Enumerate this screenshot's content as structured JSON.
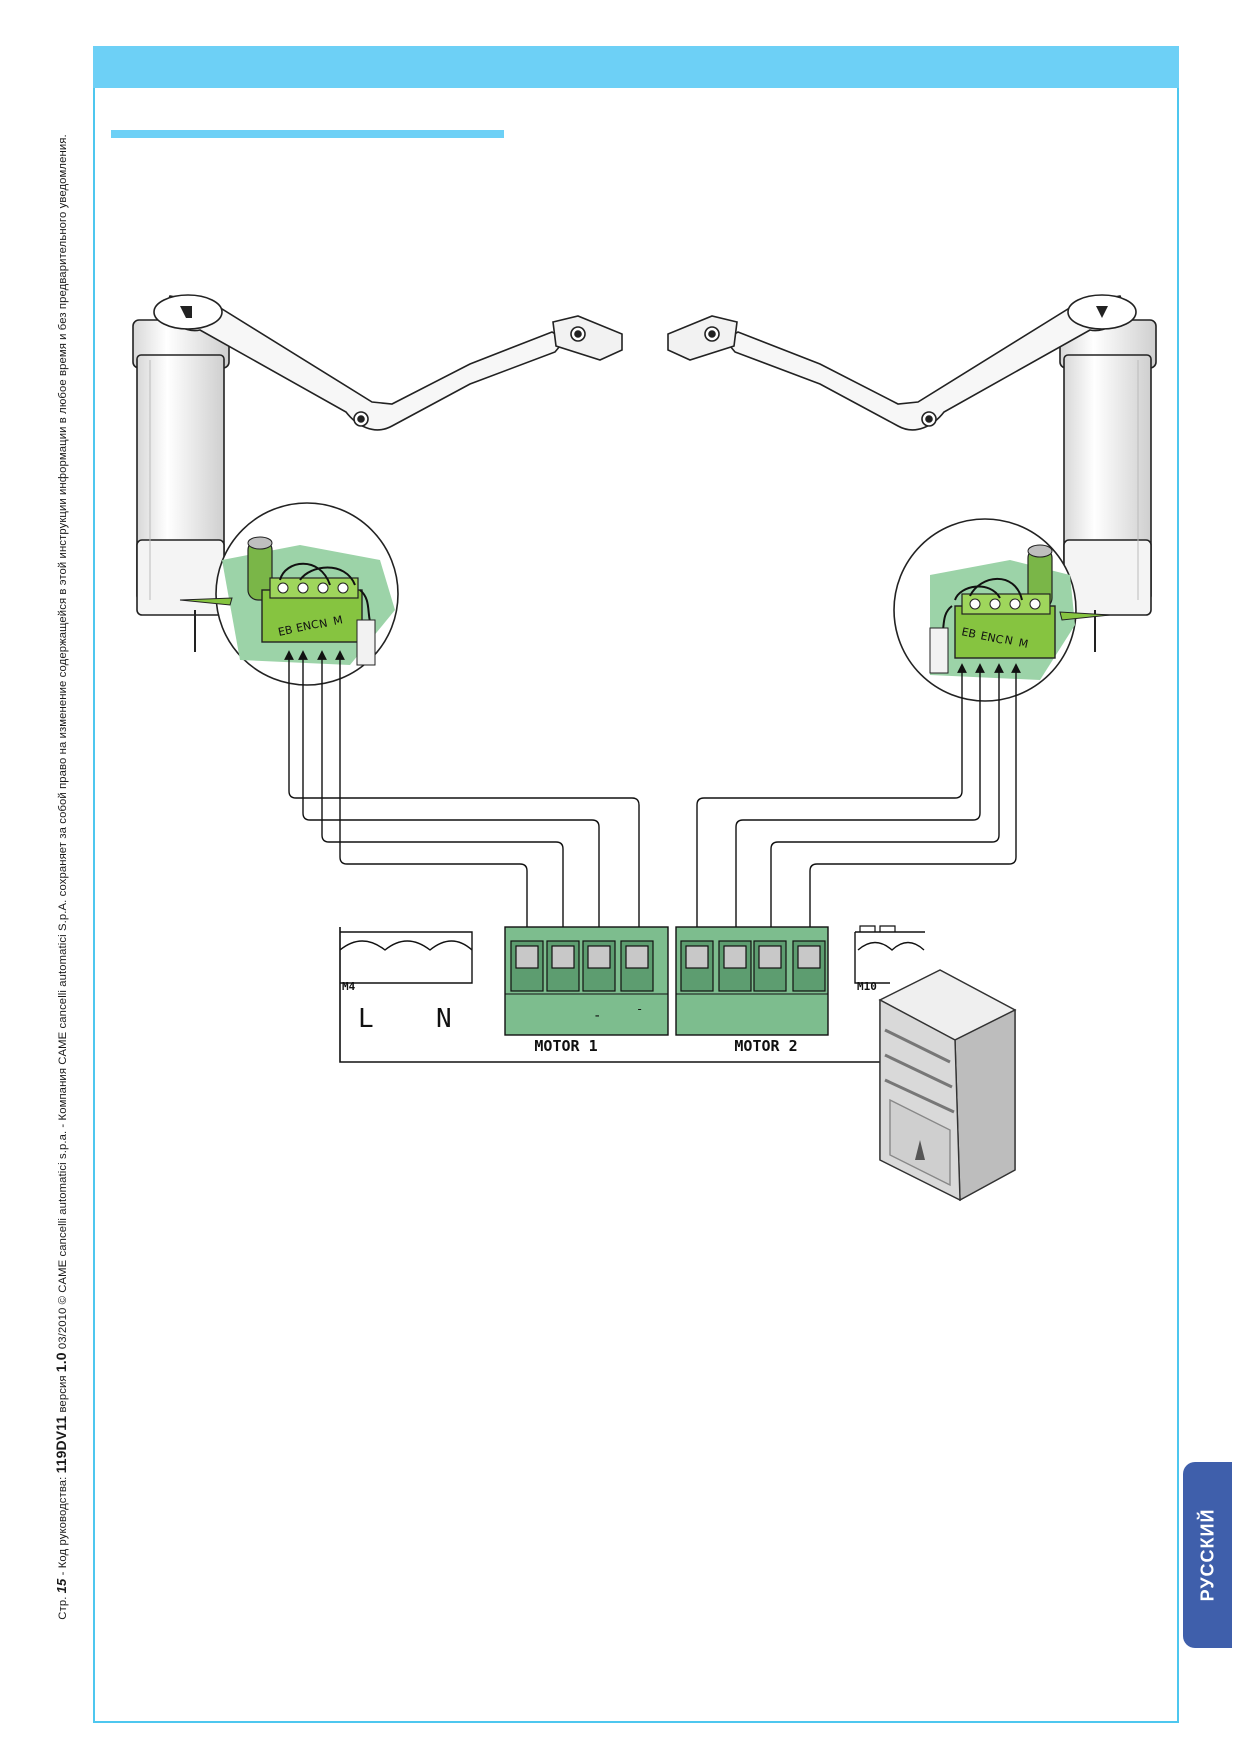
{
  "side_note": {
    "prefix": "Стр. ",
    "page_number": "15",
    "middle": " - Код руководства: ",
    "manual_code": "119DV11",
    "version_label": " версия ",
    "version": "1.0",
    "rest": " 03/2010 © CAME cancelli automatici s.p.a. - Компания CAME cancelli automatici S.p.A. сохраняет за собой право на изменение содержащейся в этой инструкции информации в любое время и без предварительного уведомления."
  },
  "language_tab": "РУССКИЙ",
  "left_motor_terminals": [
    "EB",
    "ENC",
    "N",
    "M"
  ],
  "right_motor_terminals": [
    "EB",
    "ENC",
    "N",
    "M"
  ],
  "board": {
    "block_left_label": "M4",
    "block_right_label": "M10",
    "power_l": "L",
    "power_n": "N",
    "motor1": "MOTOR 1",
    "motor2": "MOTOR 2",
    "motor1_mark_a": "-",
    "motor1_mark_b": "-"
  },
  "colors": {
    "accent": "#6dd0f6",
    "terminal_green": "#7dbd8e",
    "connector_green": "#86c440",
    "tab_blue": "#3f5fab"
  }
}
